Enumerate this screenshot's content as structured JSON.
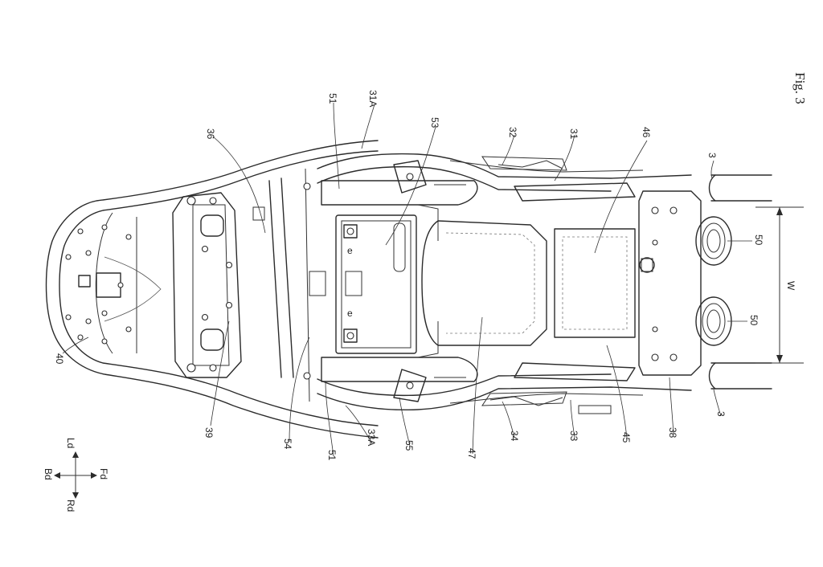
{
  "figure": {
    "label": "Fig. 3"
  },
  "reference_labels": [
    "3",
    "3",
    "31",
    "31A",
    "32",
    "33",
    "33A",
    "34",
    "36",
    "38",
    "39",
    "40",
    "45",
    "46",
    "47",
    "50",
    "50",
    "51",
    "51",
    "53",
    "54",
    "55",
    "W"
  ],
  "direction_labels": {
    "forward": "Fd",
    "backward": "Bd",
    "left": "Ld",
    "right": "Rd"
  }
}
